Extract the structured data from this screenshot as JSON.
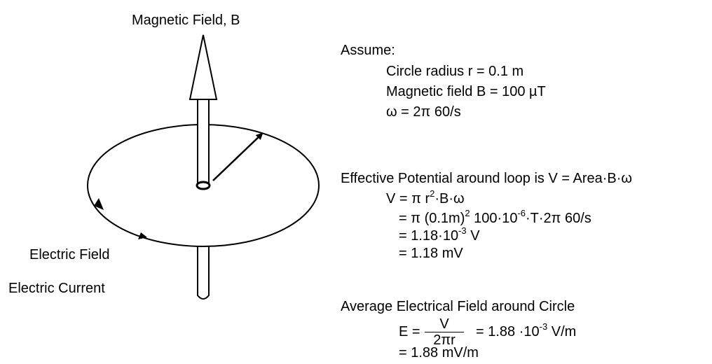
{
  "diagram": {
    "label_magnetic_field": "Magnetic Field, B",
    "label_electric_field": "Electric Field",
    "label_electric_current": "Electric Current"
  },
  "assume": {
    "heading": "Assume:",
    "radius": "Circle radius r = 0.1 m",
    "field": "Magnetic field B = 100 µT",
    "omega": "ω = 2π 60/s"
  },
  "potential": {
    "heading": "Effective Potential around loop is V = Area·B·ω",
    "line1_pre": "V =  π r",
    "line1_exp": "2",
    "line1_post": "·B·ω",
    "line2_pre": "= π (0.1m)",
    "line2_exp1": "2",
    "line2_mid": " 100·10",
    "line2_exp2": "-6",
    "line2_post": "·T·2π 60/s",
    "line3_pre": "= 1.18·10",
    "line3_exp": "-3",
    "line3_post": " V",
    "line4": "= 1.18 mV"
  },
  "efield": {
    "heading": "Average Electrical Field around Circle",
    "lhs": "E =",
    "numerator": "V",
    "denominator": "2πr",
    "rhs_pre": "= 1.88 ·10",
    "rhs_exp": "-3",
    "rhs_post": " V/m",
    "line2": "= 1.88 mV/m"
  }
}
